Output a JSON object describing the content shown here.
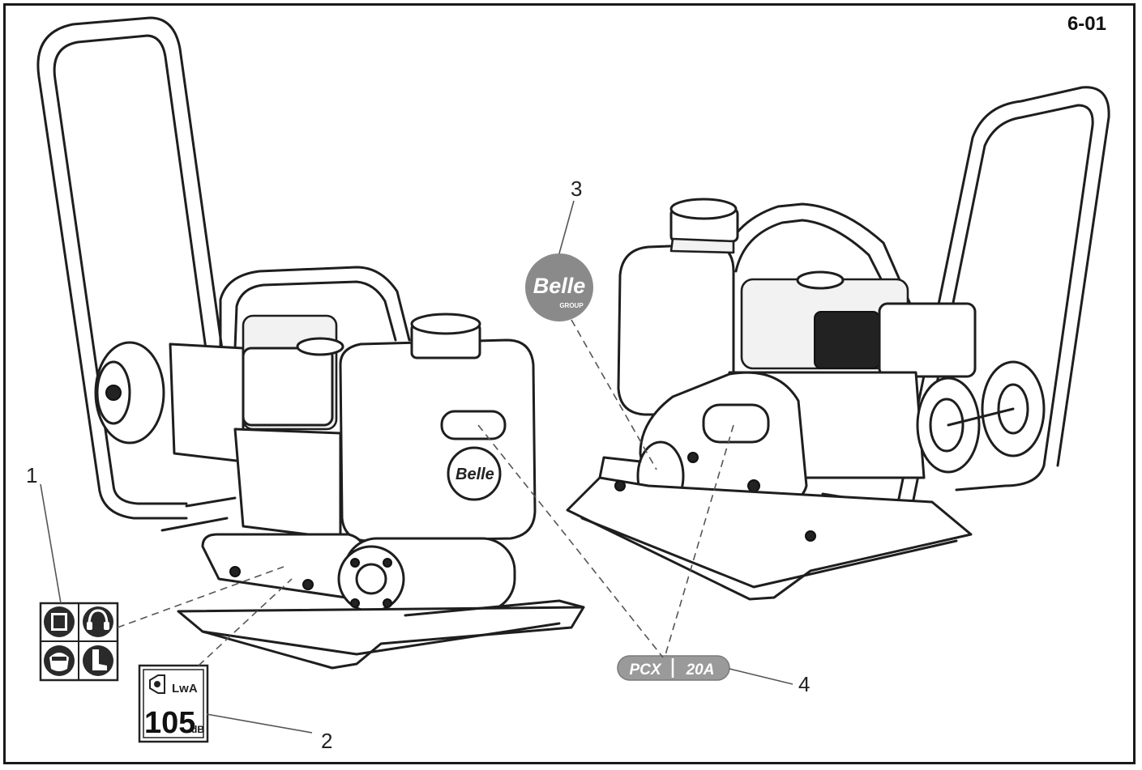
{
  "page_code": "6-01",
  "callouts": [
    "1",
    "2",
    "3",
    "4"
  ],
  "labels": {
    "belle_logo": {
      "main": "Belle",
      "sub": "GROUP"
    },
    "noise_label": {
      "lwa": "LwA",
      "value": "105",
      "unit": "dB"
    },
    "model_badge": {
      "left": "PCX",
      "right": "20A"
    }
  },
  "safety_icons": [
    "manual-icon",
    "ear-protection-icon",
    "face-protection-icon",
    "safety-boot-icon"
  ],
  "colors": {
    "line": "#1e1e1e",
    "badge_grey": "#9a9a9a",
    "logo_grey": "#8a8a8a"
  }
}
